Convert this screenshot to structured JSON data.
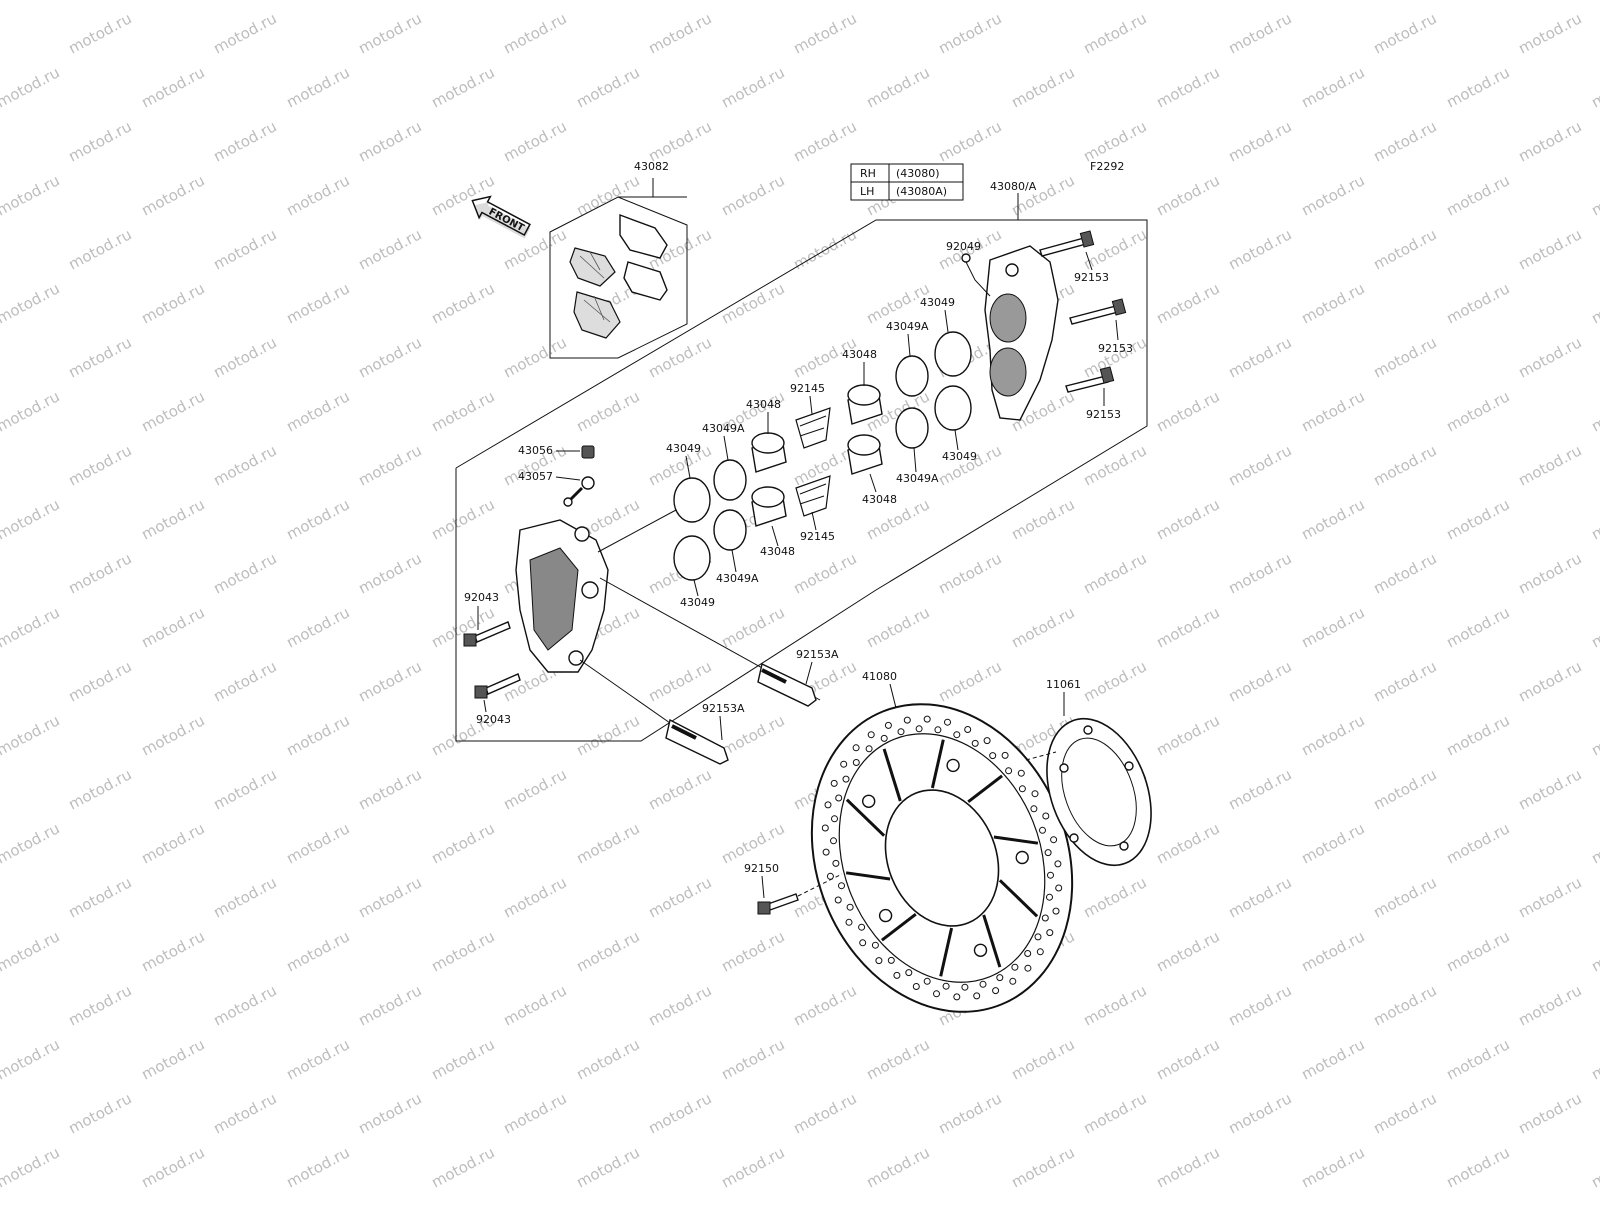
{
  "diagram": {
    "figure_code": "F2292",
    "watermark": "motod.ru",
    "front_label": "FRONT",
    "legend": [
      {
        "side": "RH",
        "code": "(43080)"
      },
      {
        "side": "LH",
        "code": "(43080A)"
      }
    ],
    "labels": {
      "l43082": "43082",
      "l43080A": "43080/A",
      "l92049": "92049",
      "l92153a": "92153",
      "l92153b": "92153",
      "l92153c": "92153",
      "l43049_rt1": "43049",
      "l43049A_rt1": "43049A",
      "l43048_rt1": "43048",
      "l43049_rt2": "43049",
      "l43049A_rt2": "43049A",
      "l43048_rt2": "43048",
      "l92145_t": "92145",
      "l43048_m1": "43048",
      "l43049A_m1": "43049A",
      "l43049_m1": "43049",
      "l92145_b": "92145",
      "l43048_m2": "43048",
      "l43049A_m2": "43049A",
      "l43049_m2": "43049",
      "l43056": "43056",
      "l43057": "43057",
      "l92043a": "92043",
      "l92043b": "92043",
      "l92153A_a": "92153A",
      "l92153A_b": "92153A",
      "l41080": "41080",
      "l11061": "11061",
      "l92150": "92150"
    }
  }
}
